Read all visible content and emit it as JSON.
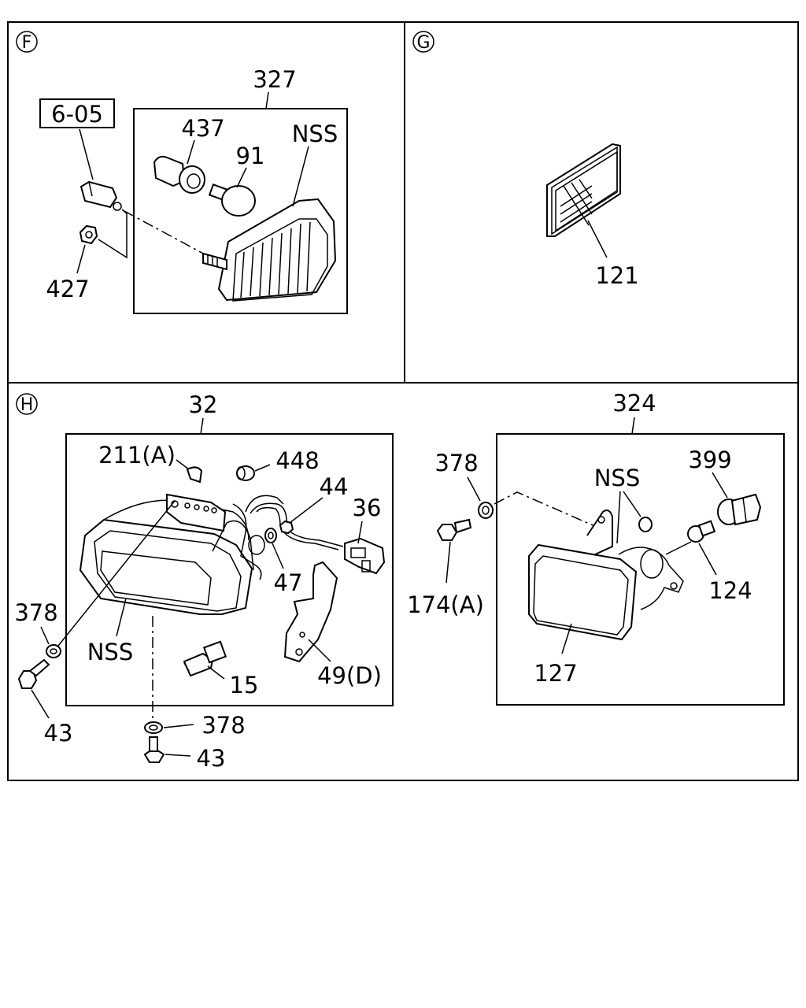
{
  "sections": {
    "F": {
      "marker": "F",
      "labels": {
        "ref_box": "6-05",
        "assembly": "327",
        "bulb_socket": "437",
        "bulb": "91",
        "lamp": "NSS",
        "nut": "427"
      }
    },
    "G": {
      "marker": "G",
      "labels": {
        "reflector": "121"
      }
    },
    "H": {
      "marker": "H",
      "labels": {
        "left_assembly": "32",
        "clip": "211(A)",
        "cap": "448",
        "connector_nut": "44",
        "connector": "36",
        "washer_47": "47",
        "washer_left": "378",
        "lamp_left": "NSS",
        "bolt_left": "43",
        "bulb_15": "15",
        "bracket": "49(D)",
        "washer_bottom": "378",
        "bolt_bottom": "43",
        "right_assembly": "324",
        "washer_right": "378",
        "nss_right": "NSS",
        "socket_399": "399",
        "bolt_174": "174(A)",
        "bulb_124": "124",
        "lamp_127": "127"
      }
    }
  },
  "icons": {
    "circle_marker": "circled-letter-icon"
  }
}
